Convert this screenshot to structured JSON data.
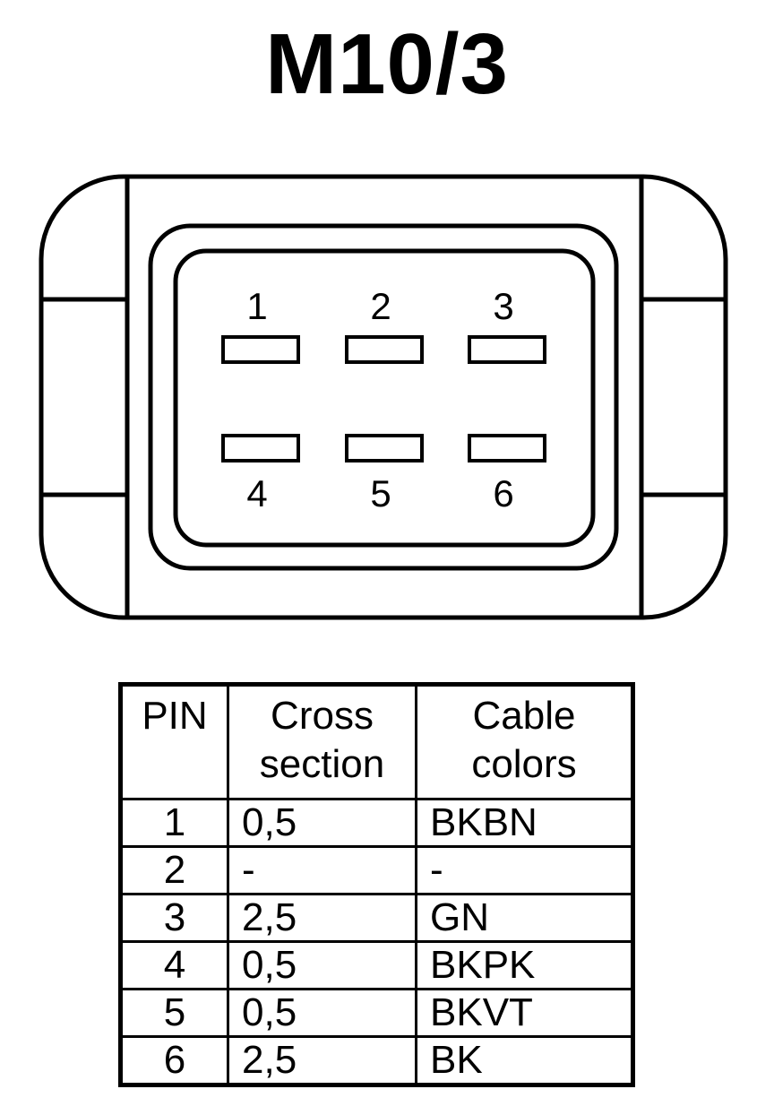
{
  "title": "M10/3",
  "connector": {
    "pins": [
      {
        "number": "1",
        "row": "top"
      },
      {
        "number": "2",
        "row": "top"
      },
      {
        "number": "3",
        "row": "top"
      },
      {
        "number": "4",
        "row": "bottom"
      },
      {
        "number": "5",
        "row": "bottom"
      },
      {
        "number": "6",
        "row": "bottom"
      }
    ]
  },
  "table": {
    "headers": {
      "pin": "PIN",
      "cross_line1": "Cross",
      "cross_line2": "section",
      "color_line1": "Cable",
      "color_line2": "colors"
    },
    "rows": [
      {
        "pin": "1",
        "cross": "0,5",
        "color": "BKBN"
      },
      {
        "pin": "2",
        "cross": "-",
        "color": "-"
      },
      {
        "pin": "3",
        "cross": "2,5",
        "color": "GN"
      },
      {
        "pin": "4",
        "cross": "0,5",
        "color": "BKPK"
      },
      {
        "pin": "5",
        "cross": "0,5",
        "color": "BKVT"
      },
      {
        "pin": "6",
        "cross": "2,5",
        "color": "BK"
      }
    ]
  }
}
